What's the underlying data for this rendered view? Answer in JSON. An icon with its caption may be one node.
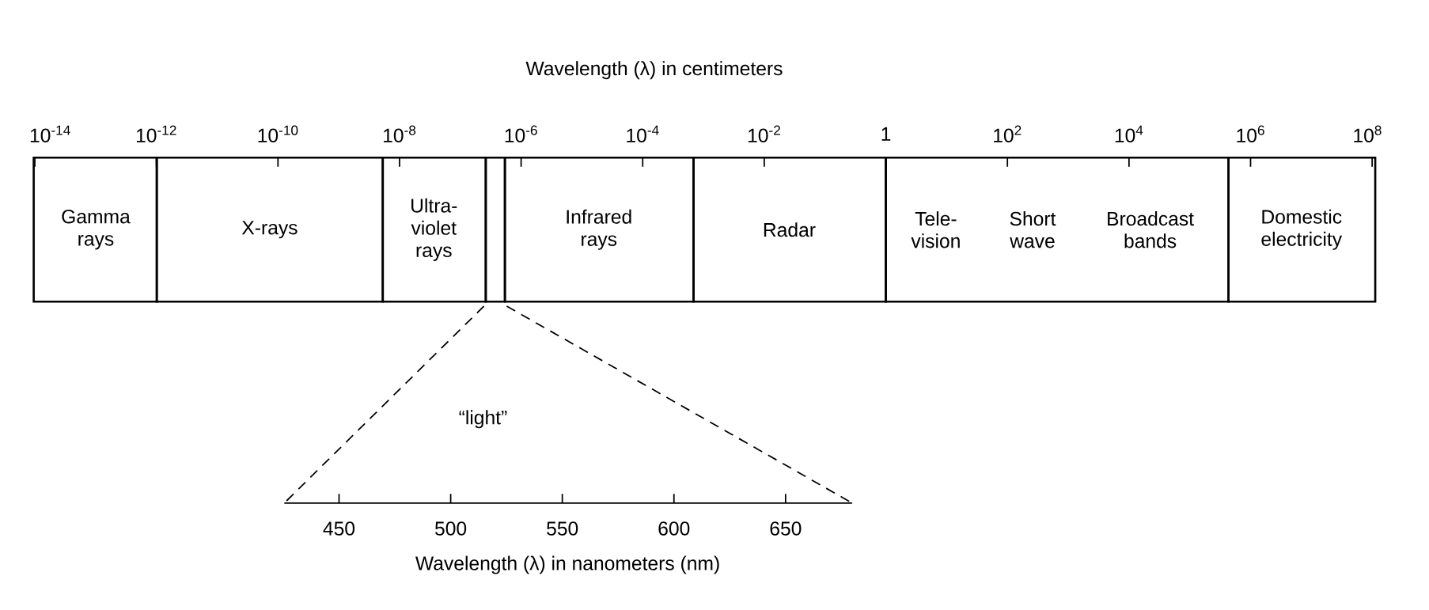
{
  "diagram": {
    "nodes": [
      {
        "text": [
          "Gamma rays"
        ]
      },
      {
        "text": [
          "X-rays"
        ]
      },
      {
        "text": [
          "Ultra- violet rays"
        ]
      },
      {
        "text": [],
        "shape": "box"
      },
      {
        "text": [
          "Infrared rays"
        ]
      },
      {
        "text": [
          "Radar"
        ]
      },
      {
        "text": [
          "Tele- vision",
          "Short wave",
          "Broadcast bands"
        ]
      },
      {
        "text": [
          "Domestic electricity"
        ]
      }
    ],
    "edges": [],
    "labels": [
      "Wavelength (λ) in centimeters",
      "10$^{-14}$",
      "10$^{-12}$",
      "10$^{-10}$",
      "10$^{-8}$",
      "10$^{-6}$",
      "10$^{-4}$",
      "10$^{-2}$",
      "1",
      "10$^{2}$",
      "10$^{4}$",
      "10$^{6}$",
      "10$^{8}$",
      "“light”",
      "450",
      "500",
      "550",
      "600",
      "650",
      "Wavelength (λ) in nanometers (nm)"
    ]
  }
}
